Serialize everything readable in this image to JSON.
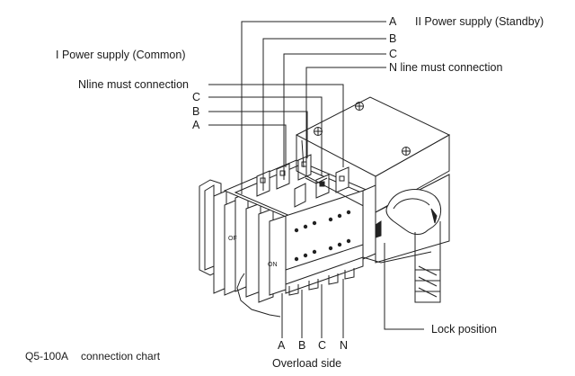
{
  "labels": {
    "standby_phase_a": "A",
    "standby_title": "II Power supply (Standby)",
    "standby_phase_b": "B",
    "standby_phase_c": "C",
    "standby_n": "N line must connection",
    "common_title": "I Power supply (Common)",
    "common_n": "Nline must connection",
    "common_phase_c": "C",
    "common_phase_b": "B",
    "common_phase_a": "A",
    "lock_position": "Lock position",
    "load_phase_a": "A",
    "load_phase_b": "B",
    "load_phase_c": "C",
    "load_n": "N",
    "overload_side": "Overload side",
    "model": "Q5-100A",
    "chart_title": "connection chart",
    "switch_off": "OF",
    "switch_on": "ON"
  }
}
